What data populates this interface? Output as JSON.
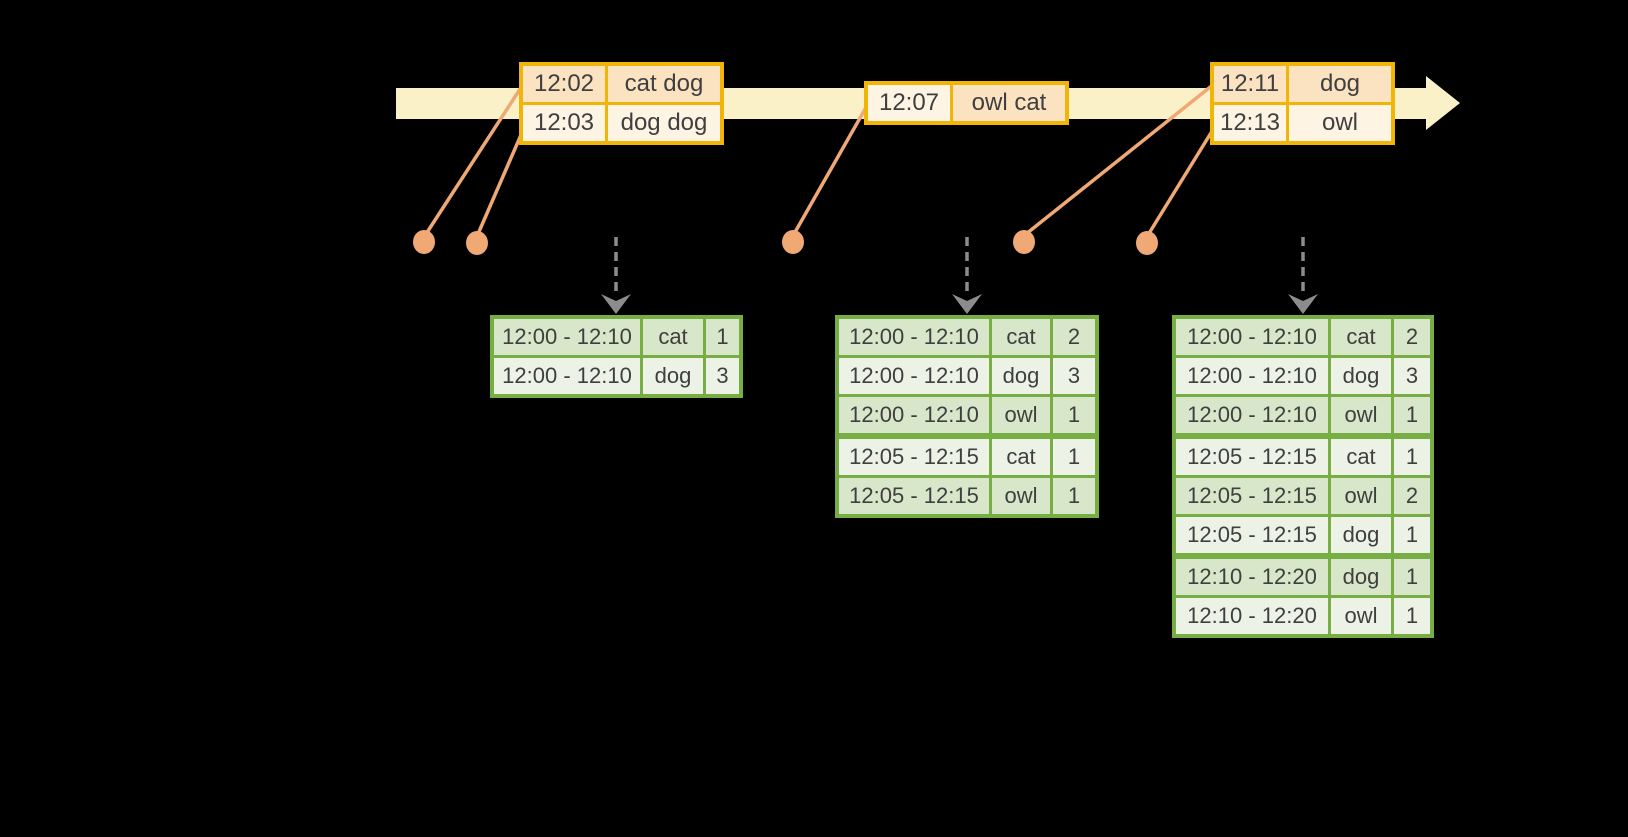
{
  "colors": {
    "background": "#000000",
    "timeline_fill": "#faf1c9",
    "event_table_border": "#f1b508",
    "event_row_dark": "#fbe2c1",
    "event_row_light": "#fdf4e3",
    "connector_orange": "#f0a875",
    "result_table_border": "#76ae43",
    "result_row_dark": "#d8e6ca",
    "result_row_light": "#edf2e7",
    "trigger_arrow_gray": "#8c8c8c",
    "text": "#3f3f3f"
  },
  "icons": {
    "timeline_arrow": "filled-right-arrowhead",
    "event_marker": "filled-orange-dot",
    "trigger_arrow": "dashed-gray-down-arrow-with-chevron"
  },
  "event_tables": [
    {
      "rows": [
        {
          "time": "12:02",
          "value": "cat dog"
        },
        {
          "time": "12:03",
          "value": "dog dog"
        }
      ]
    },
    {
      "rows": [
        {
          "time": "12:07",
          "value": "owl cat"
        }
      ]
    },
    {
      "rows": [
        {
          "time": "12:11",
          "value": "dog"
        },
        {
          "time": "12:13",
          "value": "owl"
        }
      ]
    }
  ],
  "result_tables": [
    {
      "group_breaks": [],
      "rows": [
        {
          "window": "12:00 - 12:10",
          "word": "cat",
          "count": "1"
        },
        {
          "window": "12:00 - 12:10",
          "word": "dog",
          "count": "3"
        }
      ]
    },
    {
      "group_breaks": [
        3
      ],
      "rows": [
        {
          "window": "12:00 - 12:10",
          "word": "cat",
          "count": "2"
        },
        {
          "window": "12:00 - 12:10",
          "word": "dog",
          "count": "3"
        },
        {
          "window": "12:00 - 12:10",
          "word": "owl",
          "count": "1"
        },
        {
          "window": "12:05 - 12:15",
          "word": "cat",
          "count": "1"
        },
        {
          "window": "12:05 - 12:15",
          "word": "owl",
          "count": "1"
        }
      ]
    },
    {
      "group_breaks": [
        3,
        6
      ],
      "rows": [
        {
          "window": "12:00 - 12:10",
          "word": "cat",
          "count": "2"
        },
        {
          "window": "12:00 - 12:10",
          "word": "dog",
          "count": "3"
        },
        {
          "window": "12:00 - 12:10",
          "word": "owl",
          "count": "1"
        },
        {
          "window": "12:05 - 12:15",
          "word": "cat",
          "count": "1"
        },
        {
          "window": "12:05 - 12:15",
          "word": "owl",
          "count": "2"
        },
        {
          "window": "12:05 - 12:15",
          "word": "dog",
          "count": "1"
        },
        {
          "window": "12:10 - 12:20",
          "word": "dog",
          "count": "1"
        },
        {
          "window": "12:10 - 12:20",
          "word": "owl",
          "count": "1"
        }
      ]
    }
  ]
}
